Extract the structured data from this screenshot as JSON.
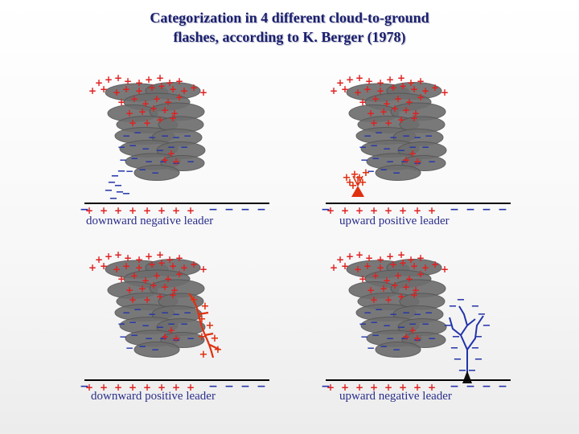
{
  "title": {
    "line1": "Categorization in 4 different cloud-to-ground",
    "line2": "flashes, according to K. Berger (1978)"
  },
  "panels": [
    {
      "caption": "downward negative leader",
      "leader": "downward negative",
      "leader_color": "#2233aa"
    },
    {
      "caption": "upward positive leader",
      "leader": "upward positive",
      "leader_color": "#e03010"
    },
    {
      "caption": "downward positive leader",
      "leader": "downward positive",
      "leader_color": "#e03010"
    },
    {
      "caption": "upward negative leader",
      "leader": "upward negative",
      "leader_color": "#2233aa"
    }
  ],
  "colors": {
    "positive_charge": "#e02020",
    "negative_charge": "#2233aa",
    "cloud": "#6e6e6e",
    "ground_line": "#000000",
    "title": "#1a1f6e"
  },
  "symbols": {
    "plus": "+",
    "minus": "−"
  }
}
